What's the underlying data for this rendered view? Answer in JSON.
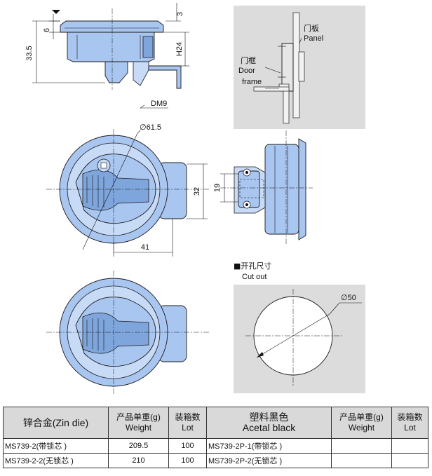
{
  "dimensions": {
    "d_top": "3",
    "d_flange": "6",
    "d_height": "33.5",
    "d_h24": "H24",
    "d_dm9": "DM9",
    "d_dia615": "∅61.5",
    "d_32": "32",
    "d_41": "41",
    "d_19": "19",
    "d_dia50": "∅50"
  },
  "mounting": {
    "panel_cn": "门板",
    "panel_en": "Panel",
    "frame_cn": "门框",
    "frame_en1": "Door",
    "frame_en2": "frame"
  },
  "cutout": {
    "title_cn": "■开孔尺寸",
    "title_en": "Cut  out"
  },
  "table": {
    "headers": {
      "zinc": "锌合金(Zin die)",
      "weight_cn": "产品单重(g)",
      "weight_en": "Weight",
      "lot_cn": "装箱数",
      "lot_en": "Lot",
      "plastic_cn": "塑料黑色",
      "plastic_en": "Acetal black",
      "weight2_cn": "产品单重(g)",
      "weight2_en": "Weight",
      "lot2_cn": "装箱数",
      "lot2_en": "Lot"
    },
    "rows": [
      {
        "model": "MS739-2(带锁芯 )",
        "weight": "209.5",
        "lot": "100",
        "model2": "MS739-2P-1(带锁芯 )",
        "weight2": "",
        "lot2": ""
      },
      {
        "model": "MS739-2-2(无锁芯 )",
        "weight": "210",
        "lot": "100",
        "model2": "MS739-2P-2(无锁芯 )",
        "weight2": "",
        "lot2": ""
      }
    ]
  },
  "colors": {
    "part": "#a9c6f0",
    "mount_bg": "#dcdcdc"
  }
}
